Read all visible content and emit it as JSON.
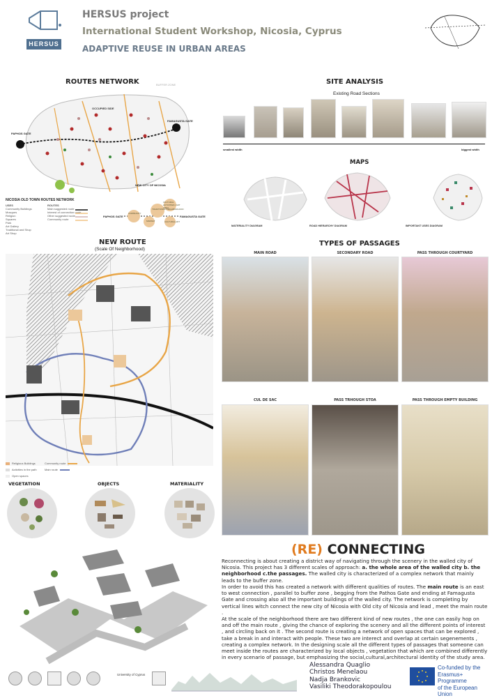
{
  "header": {
    "logo_text": "HERSUS",
    "title": "HERSUS project",
    "subtitle": "International Student Workshop, Nicosia, Cyprus",
    "theme": "ADAPTIVE REUSE IN URBAN AREAS"
  },
  "routes_network": {
    "title": "ROUTES NETWORK",
    "labels": {
      "buffer_zone": "BUFFER ZONE",
      "occupied_side": "OCCUPIED SIDE",
      "famagusta_gate": "FAMAGUSTA GATE",
      "paphos_gate": "PAPHOS GATE",
      "new_city": "NEW CITY OF NICOSIA"
    },
    "legend_title": "NICOSIA OLD TOWN ROUTES NETWORK",
    "uses_heading": "USES",
    "uses": [
      "Community Buildings",
      "Mosques",
      "Religion",
      "Squares",
      "Park",
      "Art Gallery",
      "Traditional and Shop",
      "Art Shop"
    ],
    "routes_heading": "ROUTES",
    "routes": [
      "Main suggested route",
      "Interest of connection route",
      "Other suggested route",
      "Community route"
    ],
    "diagram_start": "PAPHOS GATE",
    "diagram_end": "FAMAGUSTA GATE",
    "diagram_nodes": [
      "COMMUNITY",
      "MARKET",
      "TRADITIONAL NEIGHBORHOOD",
      "CULTURAL ACTIVITIES / ART AREA",
      "CULTURAL ART"
    ]
  },
  "site_analysis": {
    "title": "SITE ANALYSIS",
    "road_sections_title": "Existing Road Sections",
    "smallest_label": "smallest width",
    "biggest_label": "biggest width",
    "maps_title": "MAPS",
    "map_captions": [
      "MATERIALITY DIAGRAM",
      "ROAD HIERARCHY DIAGRAM",
      "IMPORTANT USES DIAGRAM"
    ]
  },
  "new_route": {
    "title": "NEW ROUTE",
    "subtitle": "(Scale Of  Neighborhood)",
    "legend": [
      "Religious Buildings",
      "Activities in the path",
      "Open spaces"
    ],
    "legend_routes": [
      "Community route",
      "Main route"
    ]
  },
  "types_of_passages": {
    "title": "TYPES OF PASSAGES",
    "items": [
      "MAIN ROAD",
      "SECONDARY ROAD",
      "PASS THROUGH COURTYARD",
      "CUL DE SAC",
      "PASS TRHOUGH STOA",
      "PASS THROUGH EMPTY BUILDING"
    ]
  },
  "elements": {
    "vegetation": "VEGETATION",
    "objects": "OBJECTS",
    "materiality": "MATERIALITY"
  },
  "reconnecting": {
    "title_part1": "(RE) ",
    "title_part2": "CONNECTING",
    "p1": "Reconnecting is about creating a district way of navigating through the scenery in the walled city of Nicosia. This project has 3 different scales of approach: ",
    "p1_bold": "a. the whole area of the walled city b. the neighborhood c.the passages.",
    "p2": " The walled city is characterized of a complex network that mainly leads to the buffer zone.",
    "p3": " In order to avoid this has created a network with different qualities of routes. The ",
    "p3_bold": "main route",
    "p4": " is an east to west connection , parallel to buffer zone , begging from the Pathos Gate and ending at Famagusta Gate  and crossing also all the important buildings of the walled city. The network is completing by vertical lines witch connect the new city of Nicosia with Old city of Nicosia and  lead , meet the main route .",
    "p5": "At the scale of the neighborhood there are two different kind of new routes , the one can easily hop on and off the main route , giving the chance of exploring the scenery and all the different points of interest , and circling back on it . The second route is creating a network of open spaces that can be explored , take a break in and interact with people. These two are interect and overlap at certain segenements , creating a complex network. In the designing scale all the different types of passages that someone can meet inside the routes are characterized by local objects , vegetation that which are combined differently in every scenario of passage, but emphasizing the social,cultural,architectural identity of the study area."
  },
  "authors": [
    "Alessandra Quaglio",
    "Christos Menelaou",
    "Nadja Brankovic",
    "Vasiliki Theodorakopoulou"
  ],
  "eu": {
    "line1": "Co-funded by the",
    "line2": "Erasmus+ Programme",
    "line3": "of the European Union"
  },
  "footer_logos": [
    "University of Cyprus"
  ],
  "colors": {
    "title_gray": "#7a7a7a",
    "accent_orange": "#e07b1f",
    "eu_blue": "#1f4e9e",
    "route_orange": "#e8a546",
    "route_blue": "#6f7fb8"
  }
}
